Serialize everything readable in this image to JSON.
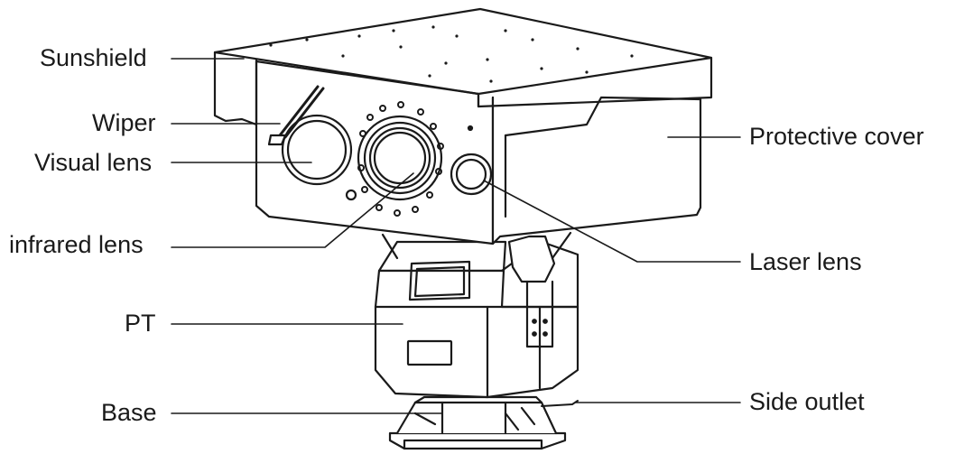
{
  "diagram": {
    "labels": {
      "sunshield": "Sunshield",
      "wiper": "Wiper",
      "visual_lens": "Visual lens",
      "infrared_lens": "infrared lens",
      "pt": "PT",
      "base": "Base",
      "protective_cover": "Protective cover",
      "laser_lens": "Laser lens",
      "side_outlet": "Side outlet"
    },
    "colors": {
      "line": "#1a1a1a",
      "fill": "#ffffff"
    }
  }
}
